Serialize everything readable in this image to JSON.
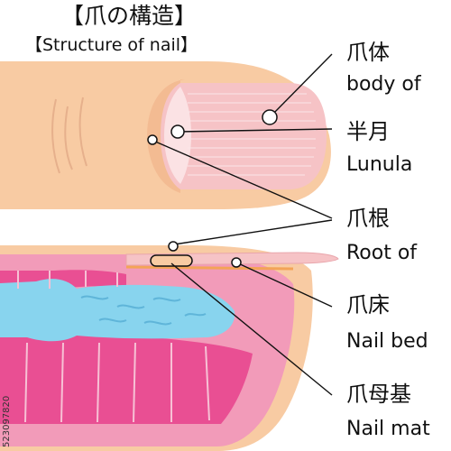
{
  "title": {
    "ja": "【爪の構造】",
    "en": "【Structure of nail】"
  },
  "labels": [
    {
      "id": "body",
      "ja": "爪体",
      "en": "body of"
    },
    {
      "id": "lunula",
      "ja": "半月",
      "en": "Lunula"
    },
    {
      "id": "root",
      "ja": "爪根",
      "en": "Root of"
    },
    {
      "id": "bed",
      "ja": "爪床",
      "en": "Nail bed"
    },
    {
      "id": "matrix",
      "ja": "爪母基",
      "en": "Nail mat"
    }
  ],
  "stock_id": "523097820",
  "colors": {
    "skin": "#f8cba3",
    "nail": "#f6c3c6",
    "lunula": "#fbe2e4",
    "tissue_pink": "#f29bb9",
    "tissue_magenta": "#e94f93",
    "blue": "#88d4ee",
    "line": "#111111"
  }
}
